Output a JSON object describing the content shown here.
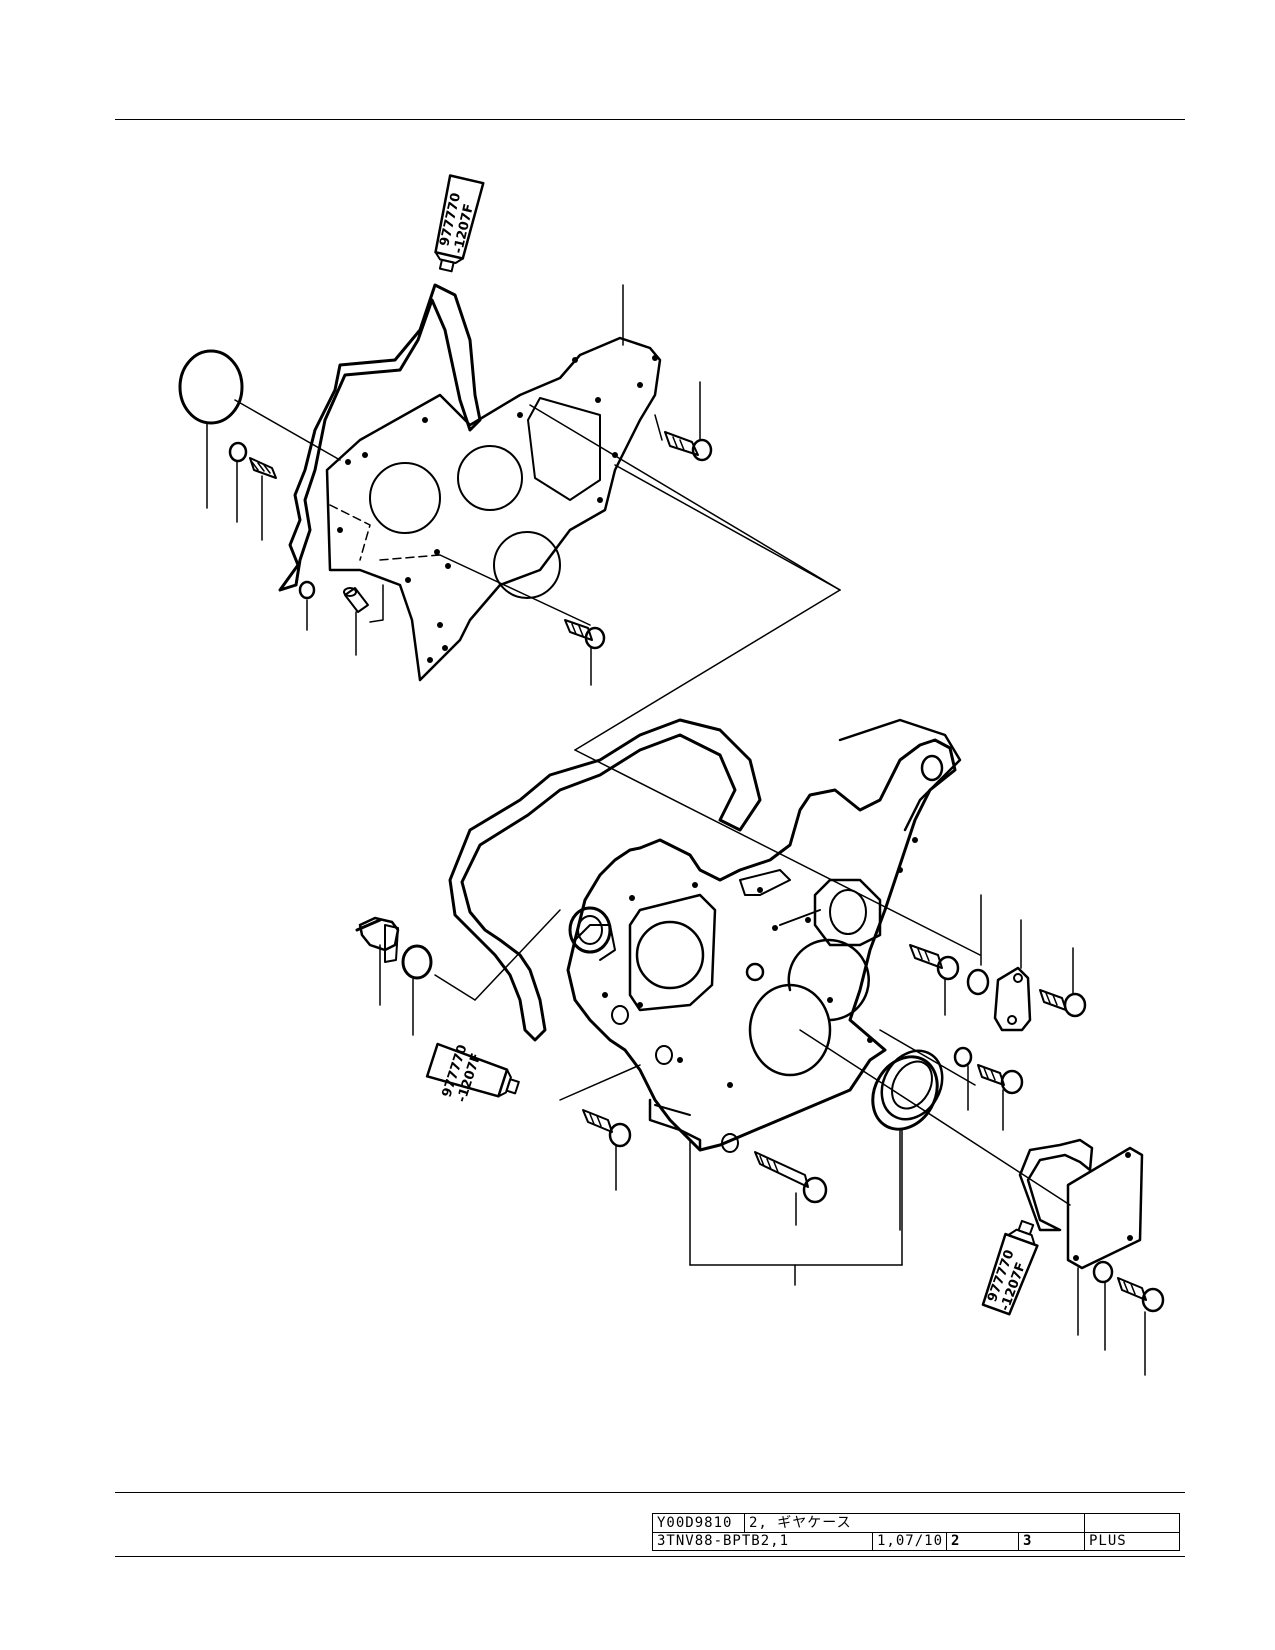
{
  "tubes": [
    {
      "line1": "977770",
      "line2": "-1207F"
    },
    {
      "line1": "977770",
      "line2": "-1207F"
    },
    {
      "line1": "977770",
      "line2": "-1207F"
    }
  ],
  "title_block": {
    "drawing_no": "Y00D9810",
    "section": "2, ギヤケース",
    "model": "3TNV88-BPTB2,1",
    "date": "1,07/10",
    "code_a": "2",
    "code_b": "3",
    "edition": "PLUS",
    "blank": ""
  }
}
